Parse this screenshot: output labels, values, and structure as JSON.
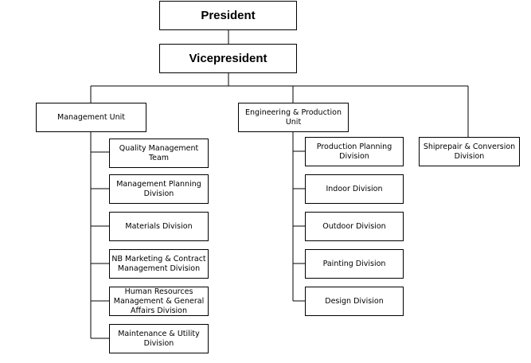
{
  "president": "President",
  "vicepresident": "Vicepresident",
  "management_unit": {
    "label": "Management Unit",
    "divisions": [
      "Quality Management Team",
      "Management Planning\nDivision",
      "Materials Division",
      "NB Marketing & Contract\nManagement Division",
      "Human Resources\nManagement & General\nAffairs Division",
      "Maintenance & Utility\nDivision"
    ]
  },
  "engineering_unit": {
    "label": "Engineering & Production\nUnit",
    "divisions": [
      "Production Planning\nDivision",
      "Indoor Division",
      "Outdoor Division",
      "Painting Division",
      "Design Division"
    ]
  },
  "shiprepair_division": "Shiprepair & Conversion\nDivision"
}
